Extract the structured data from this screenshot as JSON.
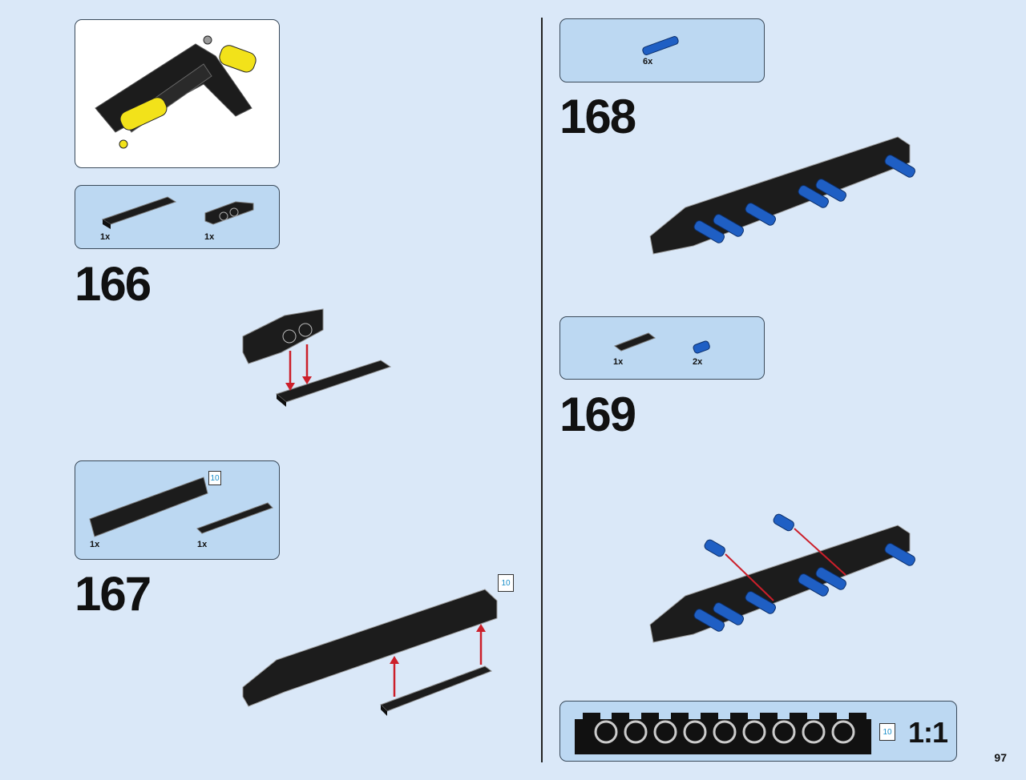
{
  "page": {
    "number": "97"
  },
  "steps": [
    {
      "number": "166",
      "parts": [
        {
          "qty": "1x"
        },
        {
          "qty": "1x"
        }
      ]
    },
    {
      "number": "167",
      "parts": [
        {
          "qty": "1x"
        },
        {
          "qty": "1x"
        }
      ],
      "part_length": "10",
      "model_length": "10"
    },
    {
      "number": "168",
      "parts": [
        {
          "qty": "6x"
        }
      ]
    },
    {
      "number": "169",
      "parts": [
        {
          "qty": "1x"
        },
        {
          "qty": "2x"
        }
      ]
    }
  ],
  "scale": {
    "label": "1:1",
    "length": "10"
  },
  "colors": {
    "background": "#dae8f8",
    "part_box": "#bcd8f2",
    "black_part": "#1c1c1c",
    "blue_pin": "#1f5fc4",
    "yellow": "#f2e21a",
    "arrow": "#cc1f2a",
    "length_badge_text": "#1a8fc9"
  }
}
